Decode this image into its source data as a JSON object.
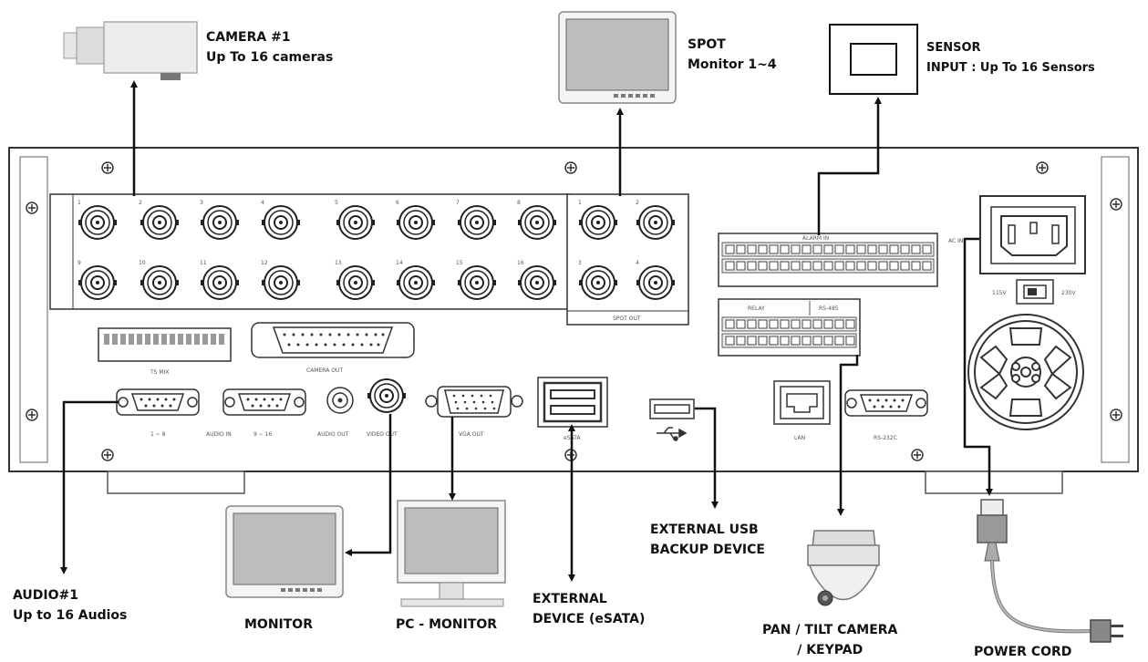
{
  "callouts": {
    "camera": {
      "line1": "CAMERA #1",
      "line2": "Up To  16 cameras"
    },
    "spot": {
      "line1": "SPOT",
      "line2": "Monitor 1~4"
    },
    "sensor": {
      "line1": "SENSOR",
      "line2": "INPUT : Up To 16 Sensors"
    },
    "audio": {
      "line1": "AUDIO#1",
      "line2": "Up to  16 Audios"
    },
    "monitor": {
      "line1": "MONITOR"
    },
    "pc_monitor": {
      "line1": "PC - MONITOR"
    },
    "esata": {
      "line1": "EXTERNAL",
      "line2": "DEVICE (eSATA)"
    },
    "usb": {
      "line1": "EXTERNAL  USB",
      "line2": "BACKUP  DEVICE"
    },
    "ptz": {
      "line1": "PAN / TILT CAMERA",
      "line2": "/ KEYPAD"
    },
    "power": {
      "line1": "POWER CORD"
    }
  },
  "panel_labels": {
    "camera_inputs": [
      "1",
      "2",
      "3",
      "4",
      "5",
      "6",
      "7",
      "8",
      "9",
      "10",
      "11",
      "12",
      "13",
      "14",
      "15",
      "16"
    ],
    "spot_numbers": [
      "1",
      "2",
      "3",
      "4"
    ],
    "spot_out": "SPOT OUT",
    "alarm_in": "ALARM IN",
    "relay": "RELAY",
    "rs485": "RS-485",
    "ts_mix": "TS MIX",
    "camera_out": "CAMERA OUT",
    "audio_in_1_8": "1 ~ 8",
    "audio_in": "AUDIO IN",
    "audio_in_9_16": "9 ~ 16",
    "audio_out": "AUDIO OUT",
    "video_out": "VIDEO OUT",
    "vga_out": "VGA OUT",
    "esata": "eSATA",
    "lan": "LAN",
    "rs232": "RS-232C",
    "ac_in": "AC IN",
    "v115": "115V",
    "v230": "230V"
  },
  "colors": {
    "line": "#111111",
    "panel": "#ffffff",
    "grey": "#bfbfbf"
  }
}
